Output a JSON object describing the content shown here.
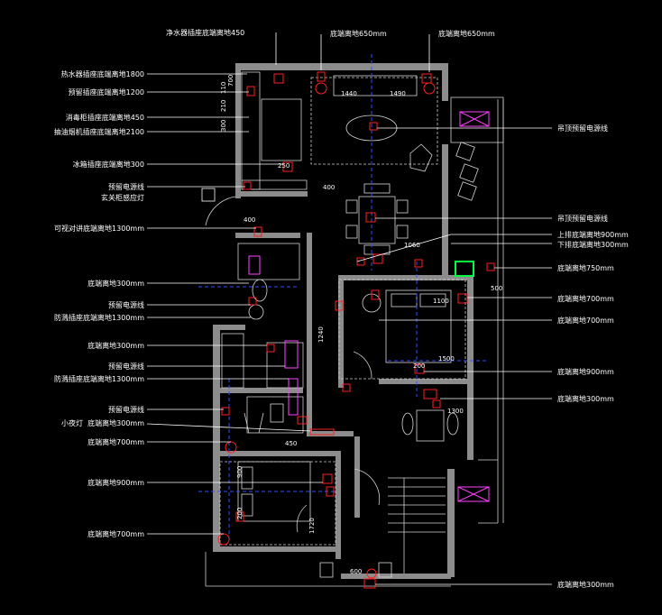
{
  "top_labels": [
    "净水器插座底端离地450",
    "底端离地650mm",
    "底端离地650mm"
  ],
  "left_labels": [
    "热水器插座底端离地1800",
    "预留插座底端离地1200",
    "消毒柜插座底端离地450",
    "抽油烟机插座底端离地2100",
    "冰箱插座底端离地300",
    "预留电源线",
    "玄关柜感应灯",
    "可视对讲底端离地1300mm",
    "底端离地300mm",
    "预留电源线",
    "防溅插座底端离地1300mm",
    "底端离地300mm",
    "预留电源线",
    "防溅插座底端离地1300mm",
    "预留电源线",
    "小夜灯",
    "底端离地300mm",
    "底端离地700mm",
    "底端离地900mm",
    "底端离地700mm"
  ],
  "right_labels": [
    "吊顶预留电源线",
    "吊顶预留电源线",
    "上排底端离地900mm",
    "下排底端离地300mm",
    "底端离地750mm",
    "底端离地700mm",
    "底端离地700mm",
    "底端离地900mm",
    "底端离地300mm",
    "底端离地300mm"
  ],
  "dimensions": [
    "1440",
    "1490",
    "400",
    "210",
    "110",
    "300",
    "700",
    "400",
    "1060",
    "250",
    "1240",
    "1500",
    "200",
    "1300",
    "450",
    "900",
    "1720",
    "1100",
    "500",
    "600",
    "200"
  ],
  "colors": {
    "background": "#000000",
    "wall": "#8c8c8c",
    "outlet": "#ff2020",
    "axis": "#3050ff",
    "window": "#ff40ff",
    "ac_unit": "#00ff40"
  }
}
